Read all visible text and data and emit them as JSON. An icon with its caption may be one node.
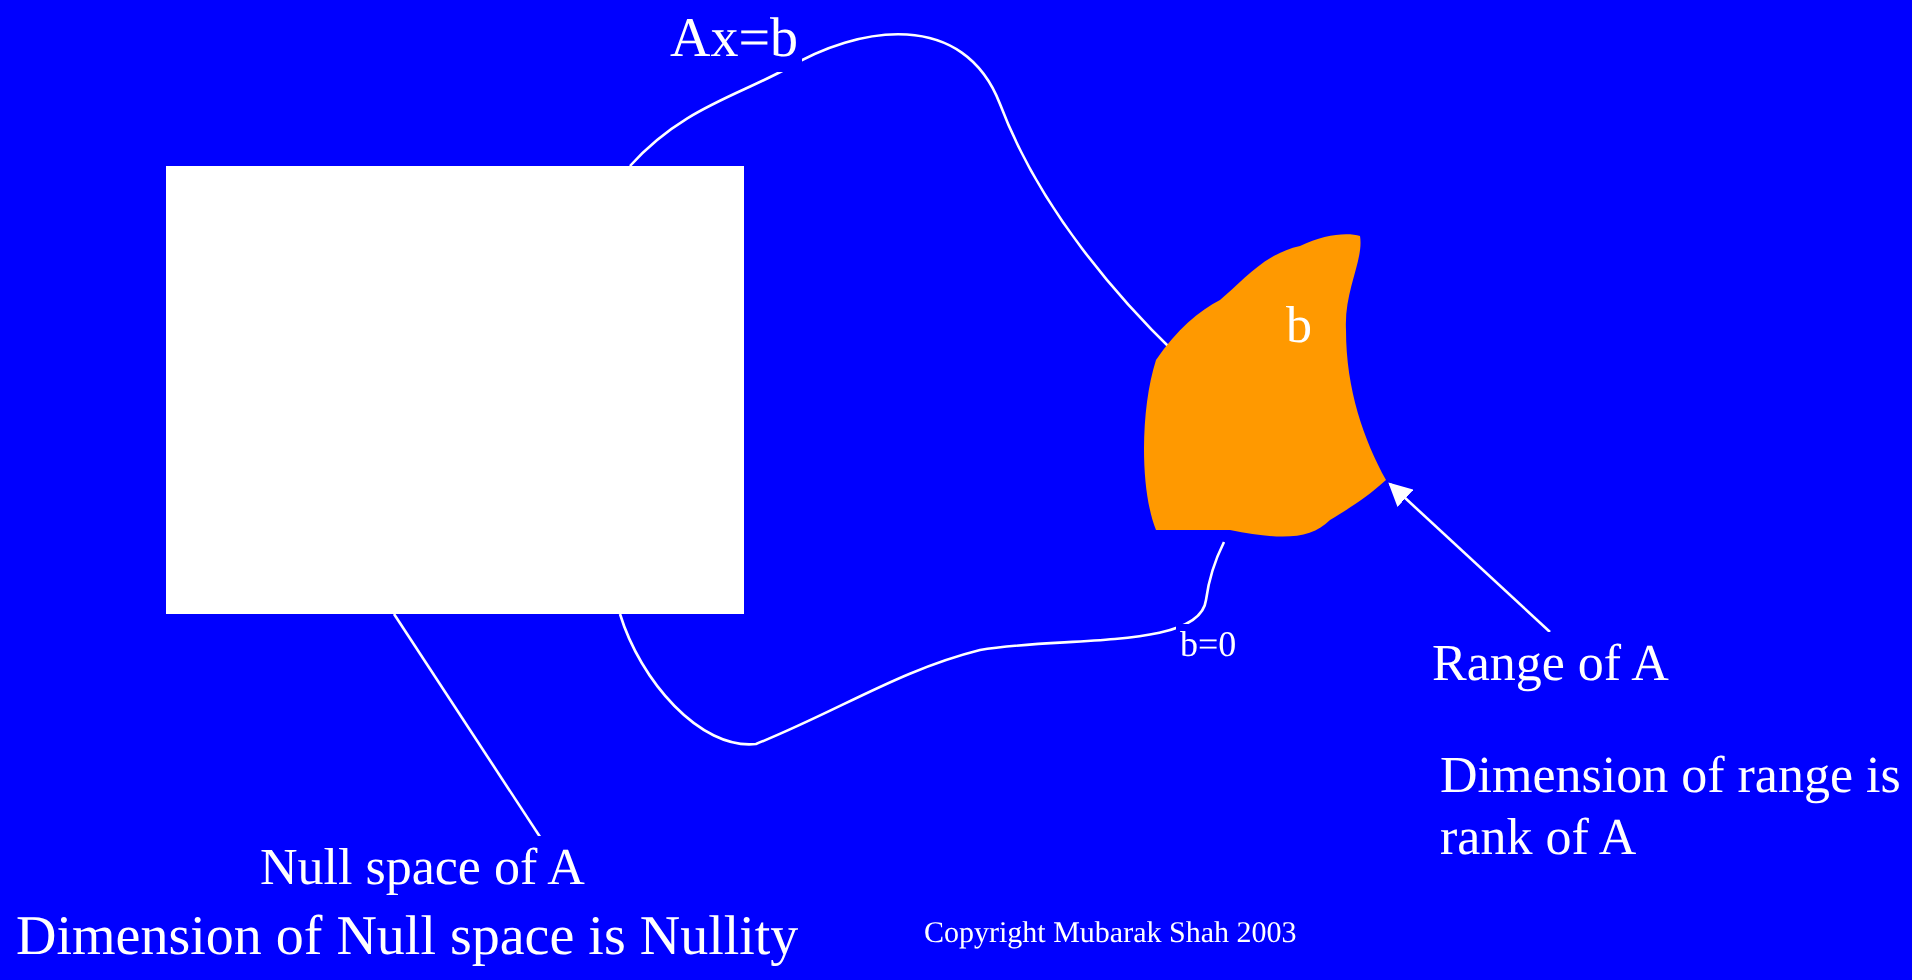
{
  "diagram": {
    "nodes": [
      {
        "text": [],
        "shape": "box"
      },
      {
        "text": [
          "b"
        ]
      },
      {
        "text": [
          "Null space of A"
        ]
      },
      {
        "text": [
          "Range of A"
        ]
      }
    ],
    "edges": [
      {
        "from": 0,
        "to": 1,
        "arrow": "none",
        "label": "Ax=b"
      },
      {
        "from": 0,
        "to": 1,
        "arrow": "none",
        "label": "b=0"
      },
      {
        "from": 2,
        "to": 0,
        "arrow": "none"
      },
      {
        "from": 3,
        "to": 1,
        "arrow": "to"
      }
    ],
    "labels": [
      "Dimension of range is rank of A",
      "Dimension of Null space is Nullity",
      "Copyright Mubarak Shah 2003"
    ]
  }
}
